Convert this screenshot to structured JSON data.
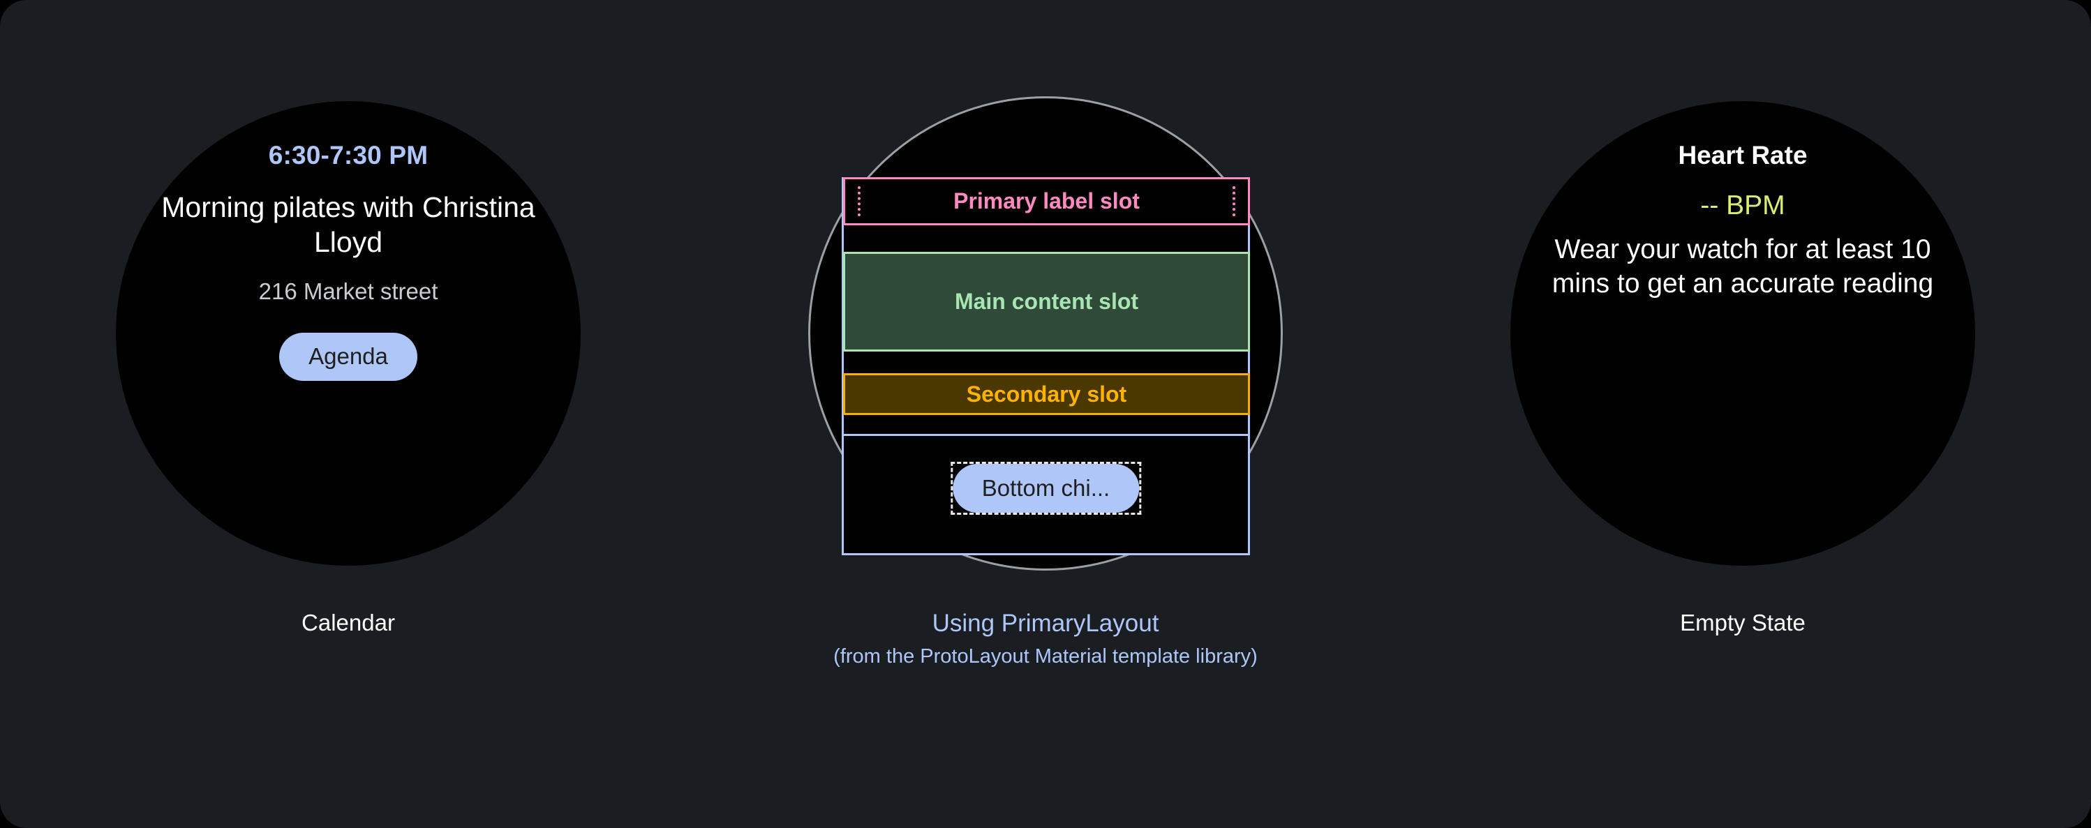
{
  "theme": {
    "page_background": "#000000",
    "card_background": "#1a1e22",
    "watch_face_background": "#000000",
    "accent_blue": "#aec7f8",
    "accent_pink": "#ff8ac1",
    "accent_green": "#a8e5b3",
    "accent_amber": "#ffb300",
    "accent_lime": "#d7ed73",
    "outline_gray": "#9aa0a6",
    "text_primary": "#ffffff",
    "text_secondary": "#c9cdd1",
    "chip_text": "#1f1f1f"
  },
  "panels": [
    {
      "id": "calendar",
      "caption": "Calendar",
      "face": {
        "time_range": "6:30-7:30 PM",
        "title": "Morning pilates with Christina Lloyd",
        "location": "216 Market street",
        "chip_label": "Agenda"
      }
    },
    {
      "id": "primary-layout",
      "caption_main": "Using PrimaryLayout",
      "caption_sub": "(from the ProtoLayout Material template library)",
      "slots": {
        "primary_label": "Primary label slot",
        "main_content": "Main content slot",
        "secondary": "Secondary slot",
        "bottom_chip": "Bottom chi..."
      }
    },
    {
      "id": "empty-state",
      "caption": "Empty State",
      "face": {
        "title": "Heart Rate",
        "value": "-- BPM",
        "description": "Wear your watch for at least 10 mins to get an accurate reading"
      }
    }
  ]
}
